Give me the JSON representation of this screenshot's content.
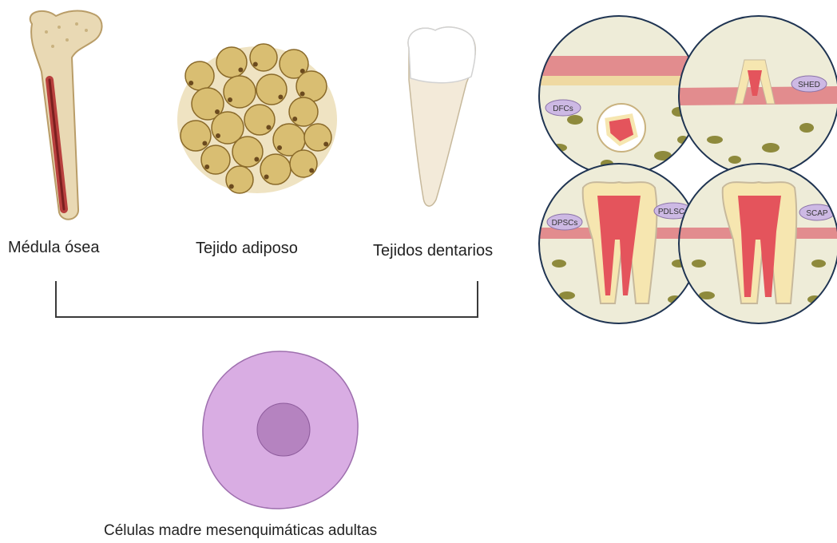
{
  "sources": {
    "bone_marrow": "Médula ósea",
    "adipose": "Tejido adiposo",
    "dental": "Tejidos dentarios"
  },
  "dental_insets": {
    "dfc": "DFCs",
    "shed": "SHED",
    "dpsc": "DPSCs",
    "pdlsc": "PDLSCs",
    "scap": "SCAP"
  },
  "result": "Células madre mesenquimáticas adultas",
  "colors": {
    "bone": "#e9d9b4",
    "marrow": "#b8403e",
    "fat": "#d9be72",
    "cell_body": "#d9ade3",
    "cell_nucleus": "#b583c0",
    "gum": "#e28c8e",
    "pulp": "#e4545c",
    "dentin": "#f6e6b0",
    "tissue": "#eeecd8"
  }
}
